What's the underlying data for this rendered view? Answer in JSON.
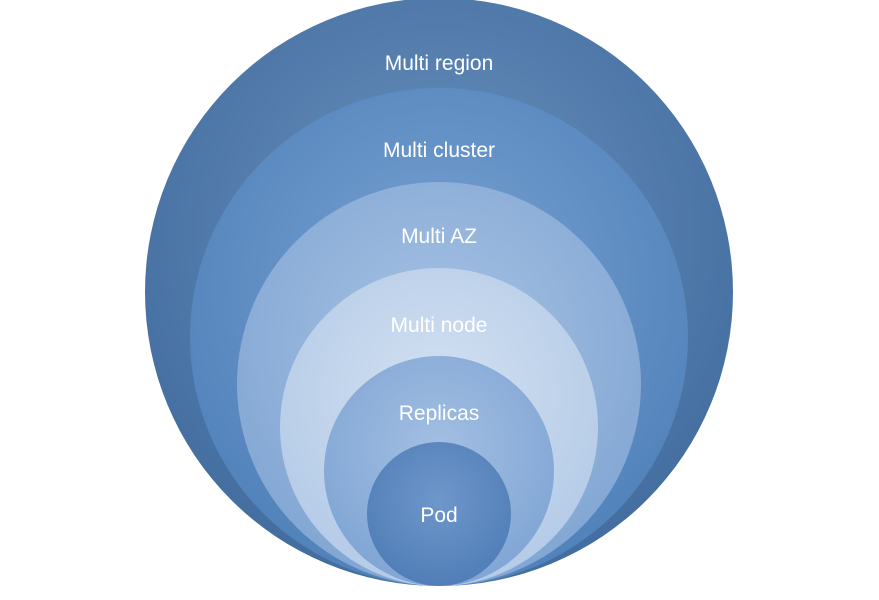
{
  "diagram": {
    "levels": [
      {
        "label": "Multi region",
        "color": "#4f79a8"
      },
      {
        "label": "Multi cluster",
        "color": "#5f8fc4"
      },
      {
        "label": "Multi AZ",
        "color": "#8fb0d9"
      },
      {
        "label": "Multi node",
        "color": "#c3d5ec"
      },
      {
        "label": "Replicas",
        "color": "#8eb0da"
      },
      {
        "label": "Pod",
        "color": "#5b87c0"
      }
    ]
  }
}
